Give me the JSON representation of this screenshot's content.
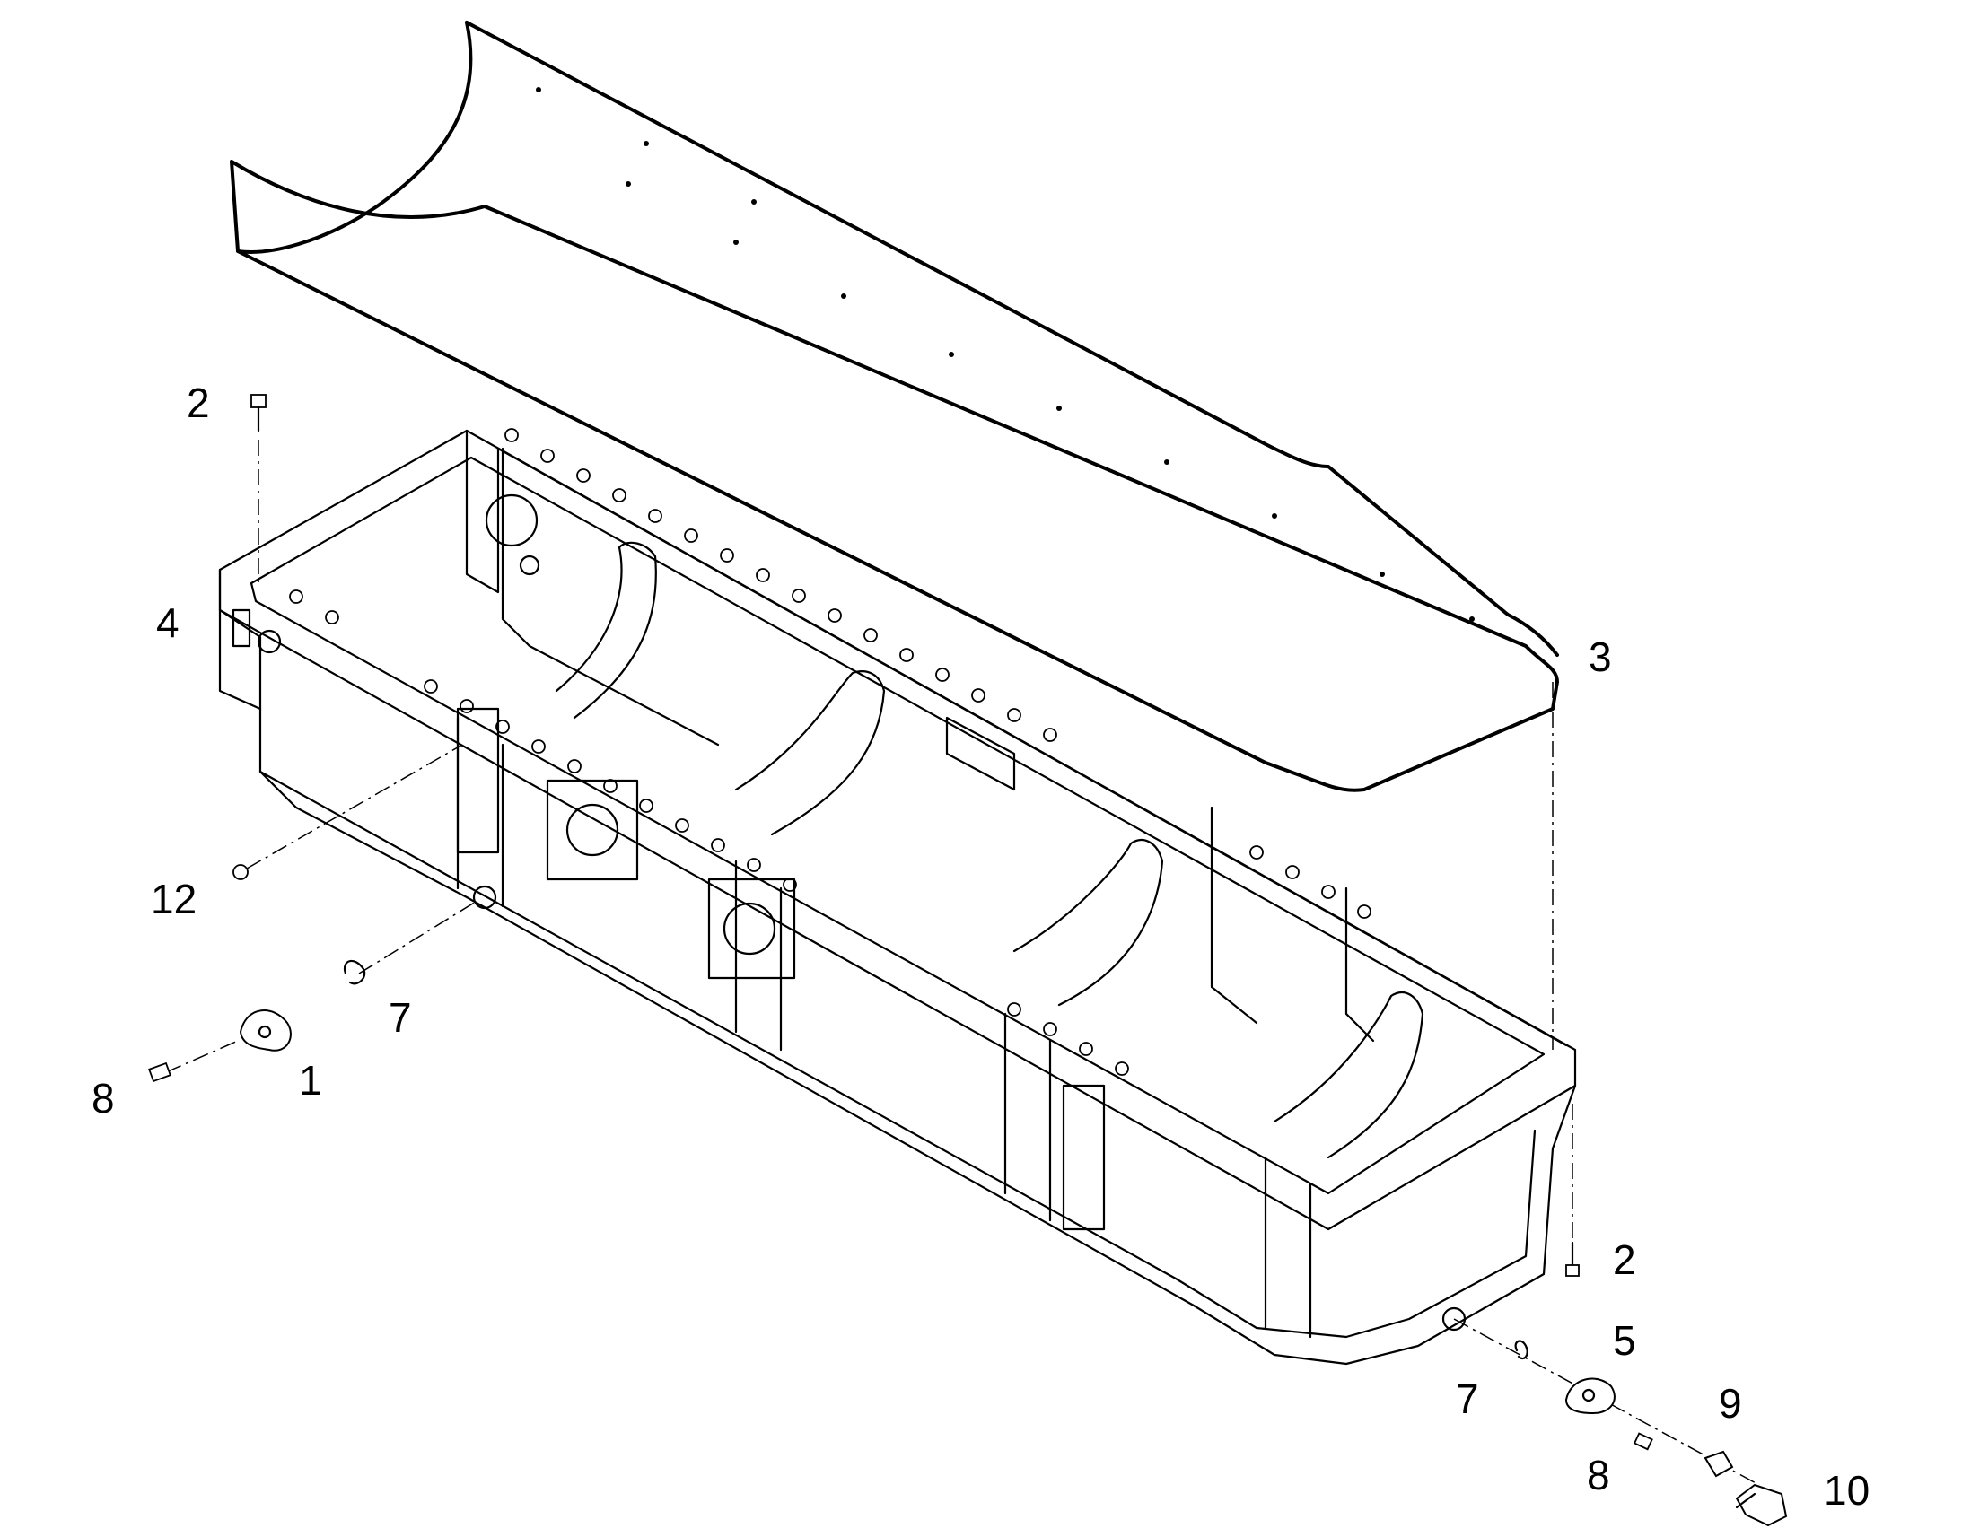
{
  "callouts": {
    "label_1": "1",
    "label_2_top": "2",
    "label_2_right": "2",
    "label_3": "3",
    "label_4": "4",
    "label_5": "5",
    "label_7_left": "7",
    "label_7_right": "7",
    "label_8_left": "8",
    "label_8_right": "8",
    "label_9": "9",
    "label_10": "10",
    "label_12": "12"
  }
}
